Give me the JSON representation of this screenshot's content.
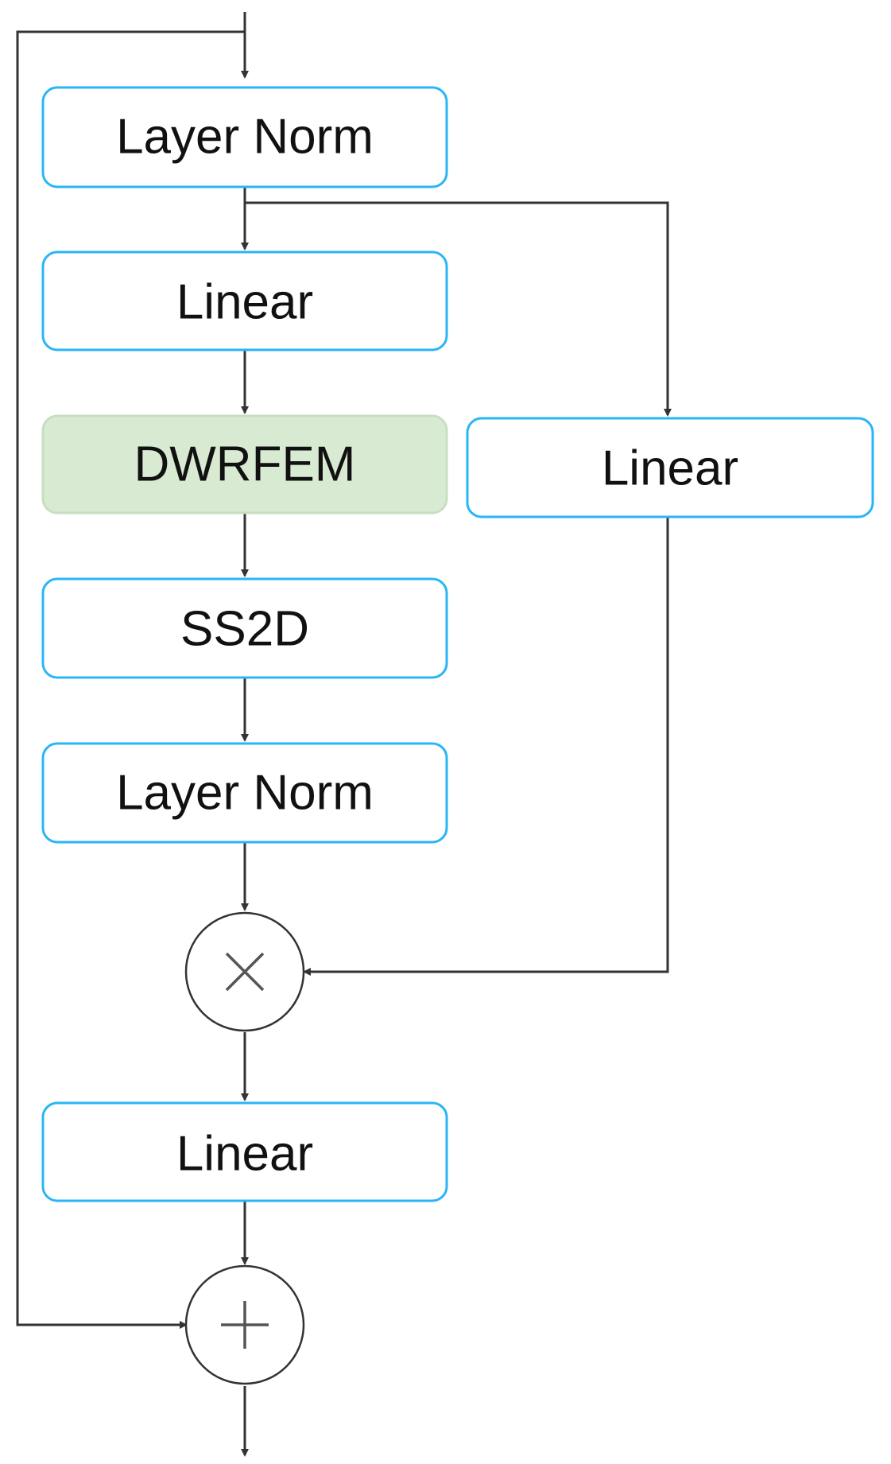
{
  "diagram": {
    "nodes": {
      "layer_norm_1": "Layer Norm",
      "linear_1": "Linear",
      "dwrfem": "DWRFEM",
      "ss2d": "SS2D",
      "layer_norm_2": "Layer Norm",
      "linear_3": "Linear",
      "linear_side": "Linear"
    },
    "operators": {
      "multiply": "multiply-operator",
      "add": "add-operator"
    },
    "colors": {
      "box_border": "#29b6f6",
      "highlight_fill": "#d9ead3",
      "line": "#333333"
    }
  }
}
